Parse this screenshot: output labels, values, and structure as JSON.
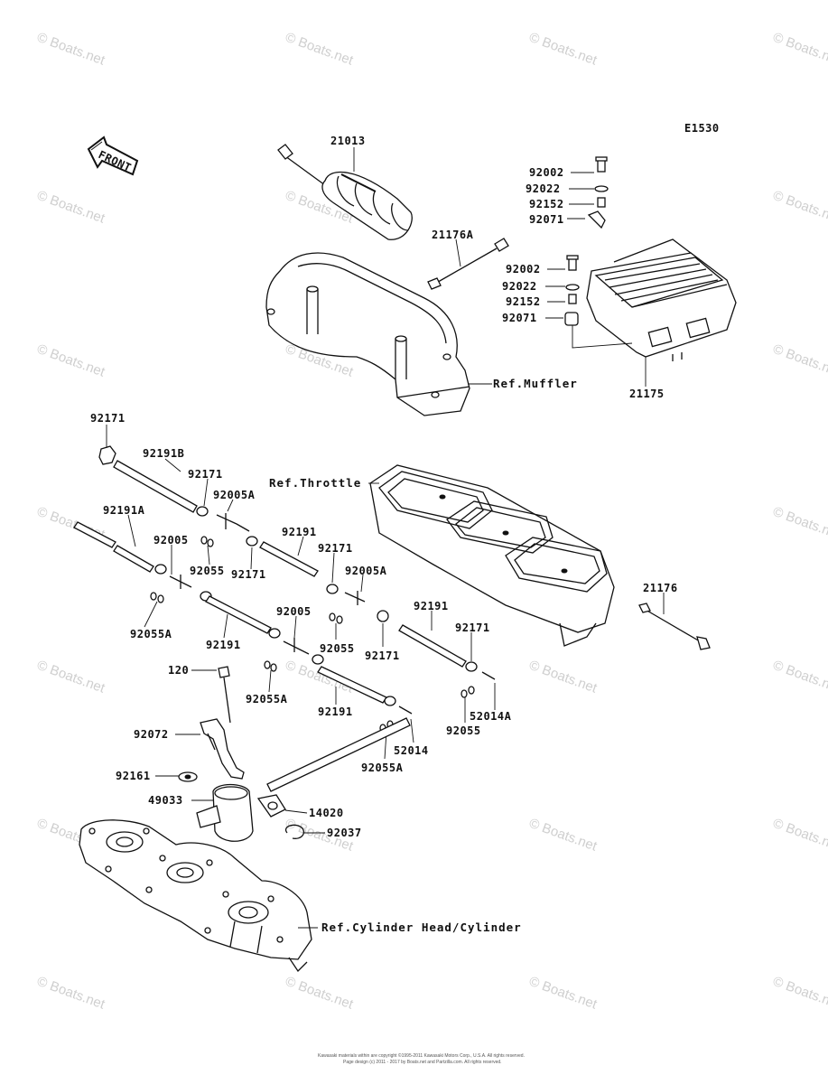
{
  "diagram": {
    "code": "E1530",
    "front_label": "FRONT",
    "refs": {
      "muffler": "Ref.Muffler",
      "throttle": "Ref.Throttle",
      "cylinder_head": "Ref.Cylinder Head/Cylinder"
    },
    "parts": {
      "p21013": "21013",
      "p21176A": "21176A",
      "p92002_a": "92002",
      "p92022_a": "92022",
      "p92152_a": "92152",
      "p92071_a": "92071",
      "p92002_b": "92002",
      "p92022_b": "92022",
      "p92152_b": "92152",
      "p92071_b": "92071",
      "p21175": "21175",
      "p92171_a": "92171",
      "p92191B": "92191B",
      "p92171_b": "92171",
      "p92005A_a": "92005A",
      "p92191A": "92191A",
      "p92005_a": "92005",
      "p92055_a": "92055",
      "p92171_c": "92171",
      "p92191_a": "92191",
      "p92171_d": "92171",
      "p92005A_b": "92005A",
      "p92055A_a": "92055A",
      "p92191_b": "92191",
      "p92005_b": "92005",
      "p92055_b": "92055",
      "p92171_e": "92171",
      "p92191_c": "92191",
      "p92171_f": "92171",
      "p120": "120",
      "p92055A_b": "92055A",
      "p92191_d": "92191",
      "p52014A": "52014A",
      "p92055_c": "92055",
      "p52014": "52014",
      "p92055A_c": "92055A",
      "p92072": "92072",
      "p92161": "92161",
      "p49033": "49033",
      "p14020": "14020",
      "p92037": "92037",
      "p21176": "21176"
    },
    "watermark": "© Boats.net",
    "copyright_line1": "Kawasaki materials within are copyright ©1995-2011 Kawasaki Motors Corp., U.S.A. All rights reserved.",
    "copyright_line2": "Page design (c) 2011 - 2017 by Boats.net and Partzilla.com. All rights reserved."
  }
}
